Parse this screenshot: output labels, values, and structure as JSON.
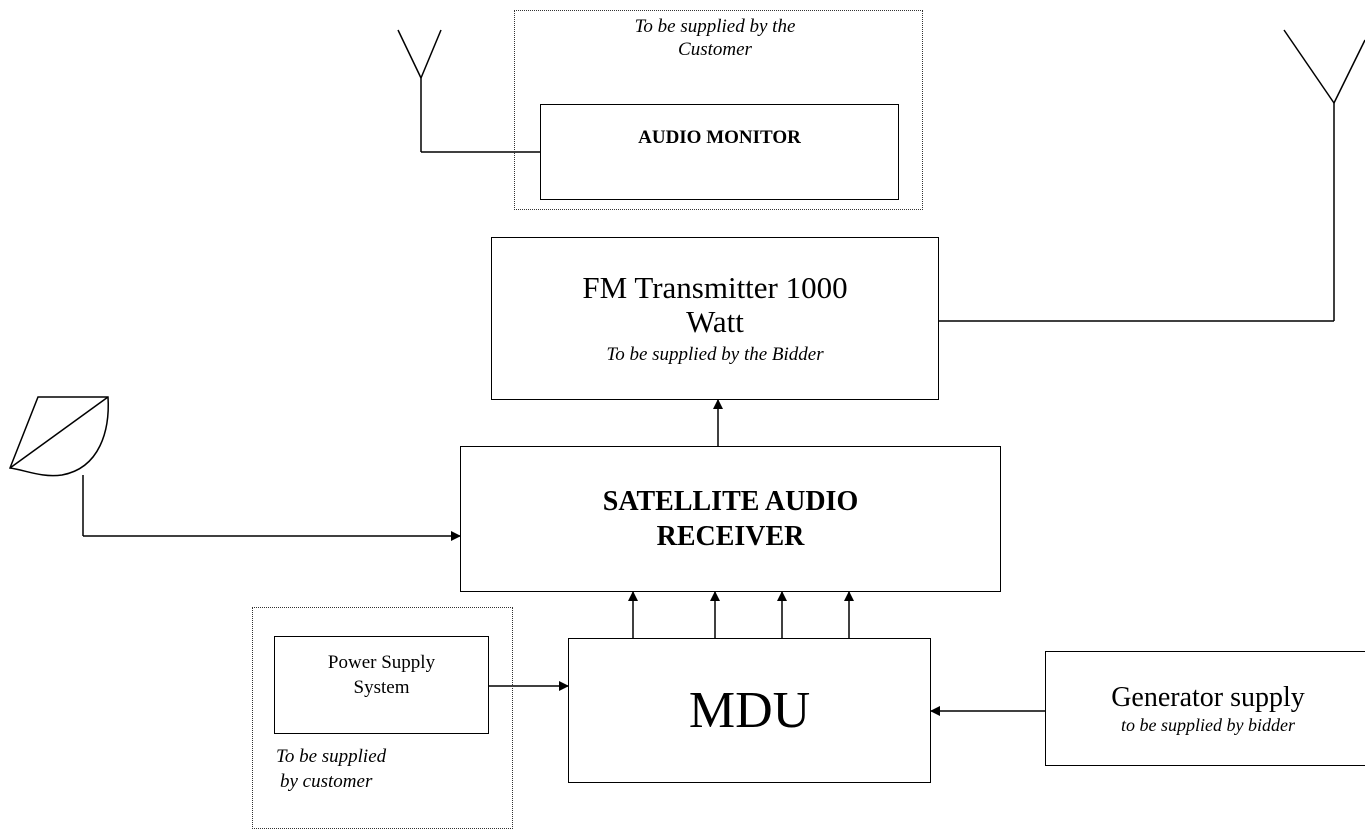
{
  "audio_monitor": {
    "note_line1": "To be supplied by the",
    "note_line2": "Customer",
    "label": "AUDIO MONITOR"
  },
  "fm_transmitter": {
    "line1": "FM Transmitter 1000",
    "line2": "Watt",
    "sub": "To be supplied by the Bidder"
  },
  "satellite_receiver": {
    "line1": "SATELLITE AUDIO",
    "line2": "RECEIVER"
  },
  "power_supply": {
    "line1": "Power Supply",
    "line2": "System",
    "note_line1": "To be supplied",
    "note_line2": "by customer"
  },
  "mdu": {
    "label": "MDU"
  },
  "generator": {
    "label": "Generator supply",
    "sub": "to be supplied by bidder"
  }
}
